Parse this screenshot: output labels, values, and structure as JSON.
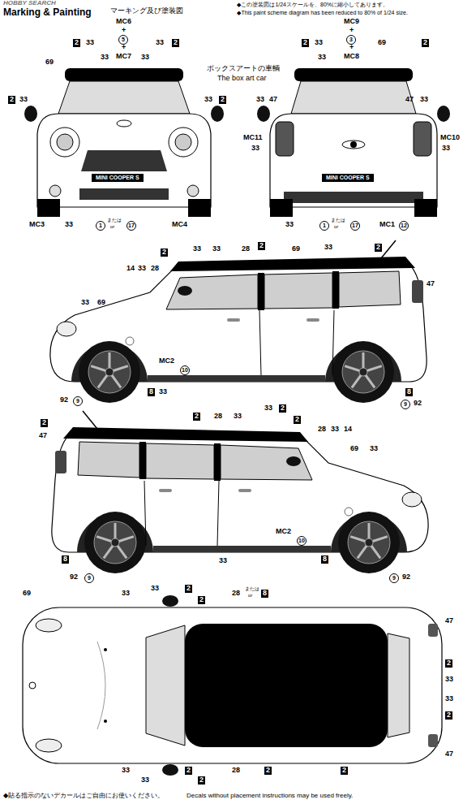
{
  "diagram": {
    "title": "Marking & Painting",
    "labels": [
      "HOBBY SEARCH",
      "マーキング及び塗装図",
      "◆この塗装図は1/24スケールを、80%に縮小してあります。",
      "◆This paint scheme diagram has been reduced to 80% of 1/24 size.",
      "MC6",
      "+",
      "5",
      "+",
      "MC7",
      "2",
      "33",
      "33",
      "33",
      "33",
      "2",
      "69",
      "2",
      "33",
      "33",
      "2",
      "MINI COOPER S",
      "MC3",
      "33",
      "1",
      "または",
      "or",
      "17",
      "MC4",
      "MC9",
      "+",
      "3",
      "+",
      "MC8",
      "2",
      "33",
      "33",
      "69",
      "2",
      "33",
      "47",
      "47",
      "33",
      "MC11",
      "33",
      "MC10",
      "33",
      "MINI COOPER S",
      "33",
      "1",
      "または",
      "or",
      "17",
      "MC1",
      "12",
      "ボックスアートの車輌",
      "The box art car",
      "2",
      "33",
      "33",
      "28",
      "2",
      "69",
      "33",
      "2",
      "14",
      "33",
      "28",
      "33",
      "69",
      "47",
      "MC2",
      "10",
      "92",
      "9",
      "8",
      "33",
      "8",
      "9",
      "92",
      "2",
      "47",
      "2",
      "28",
      "33",
      "33",
      "2",
      "2",
      "28",
      "33",
      "14",
      "69",
      "33",
      "8",
      "92",
      "9",
      "33",
      "MC2",
      "10",
      "8",
      "9",
      "92",
      "69",
      "33",
      "33",
      "2",
      "2",
      "28",
      "または",
      "or",
      "8",
      "47",
      "2",
      "33",
      "33",
      "2",
      "47",
      "33",
      "33",
      "2",
      "2",
      "28",
      "2",
      "2",
      "◆貼る指示のないデカールはご自由にお使いください。",
      "Decals without placement instructions may be used freely."
    ]
  }
}
